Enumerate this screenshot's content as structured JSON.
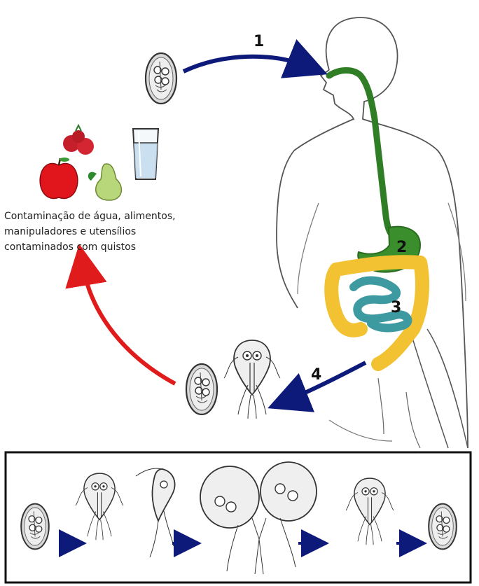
{
  "steps": {
    "s1": "1",
    "s2": "2",
    "s3": "3",
    "s4": "4"
  },
  "caption": {
    "line1": "Contaminação de água, alimentos,",
    "line2": "manipuladores e utensílios",
    "line3": "contaminados com quistos"
  },
  "colors": {
    "blue_arrow": "#0d1a7a",
    "red_arrow": "#e01b1b",
    "stomach_green": "#3a8f2c",
    "colon_yellow": "#f2c233",
    "small_intestine_teal": "#3c9aa0",
    "body_outline": "#555555",
    "cyst": "#9a9a9a"
  },
  "icons": [
    "cyst-icon",
    "trophozoite-icon",
    "raspberry-icon",
    "apple-icon",
    "pear-icon",
    "water-glass-icon"
  ]
}
